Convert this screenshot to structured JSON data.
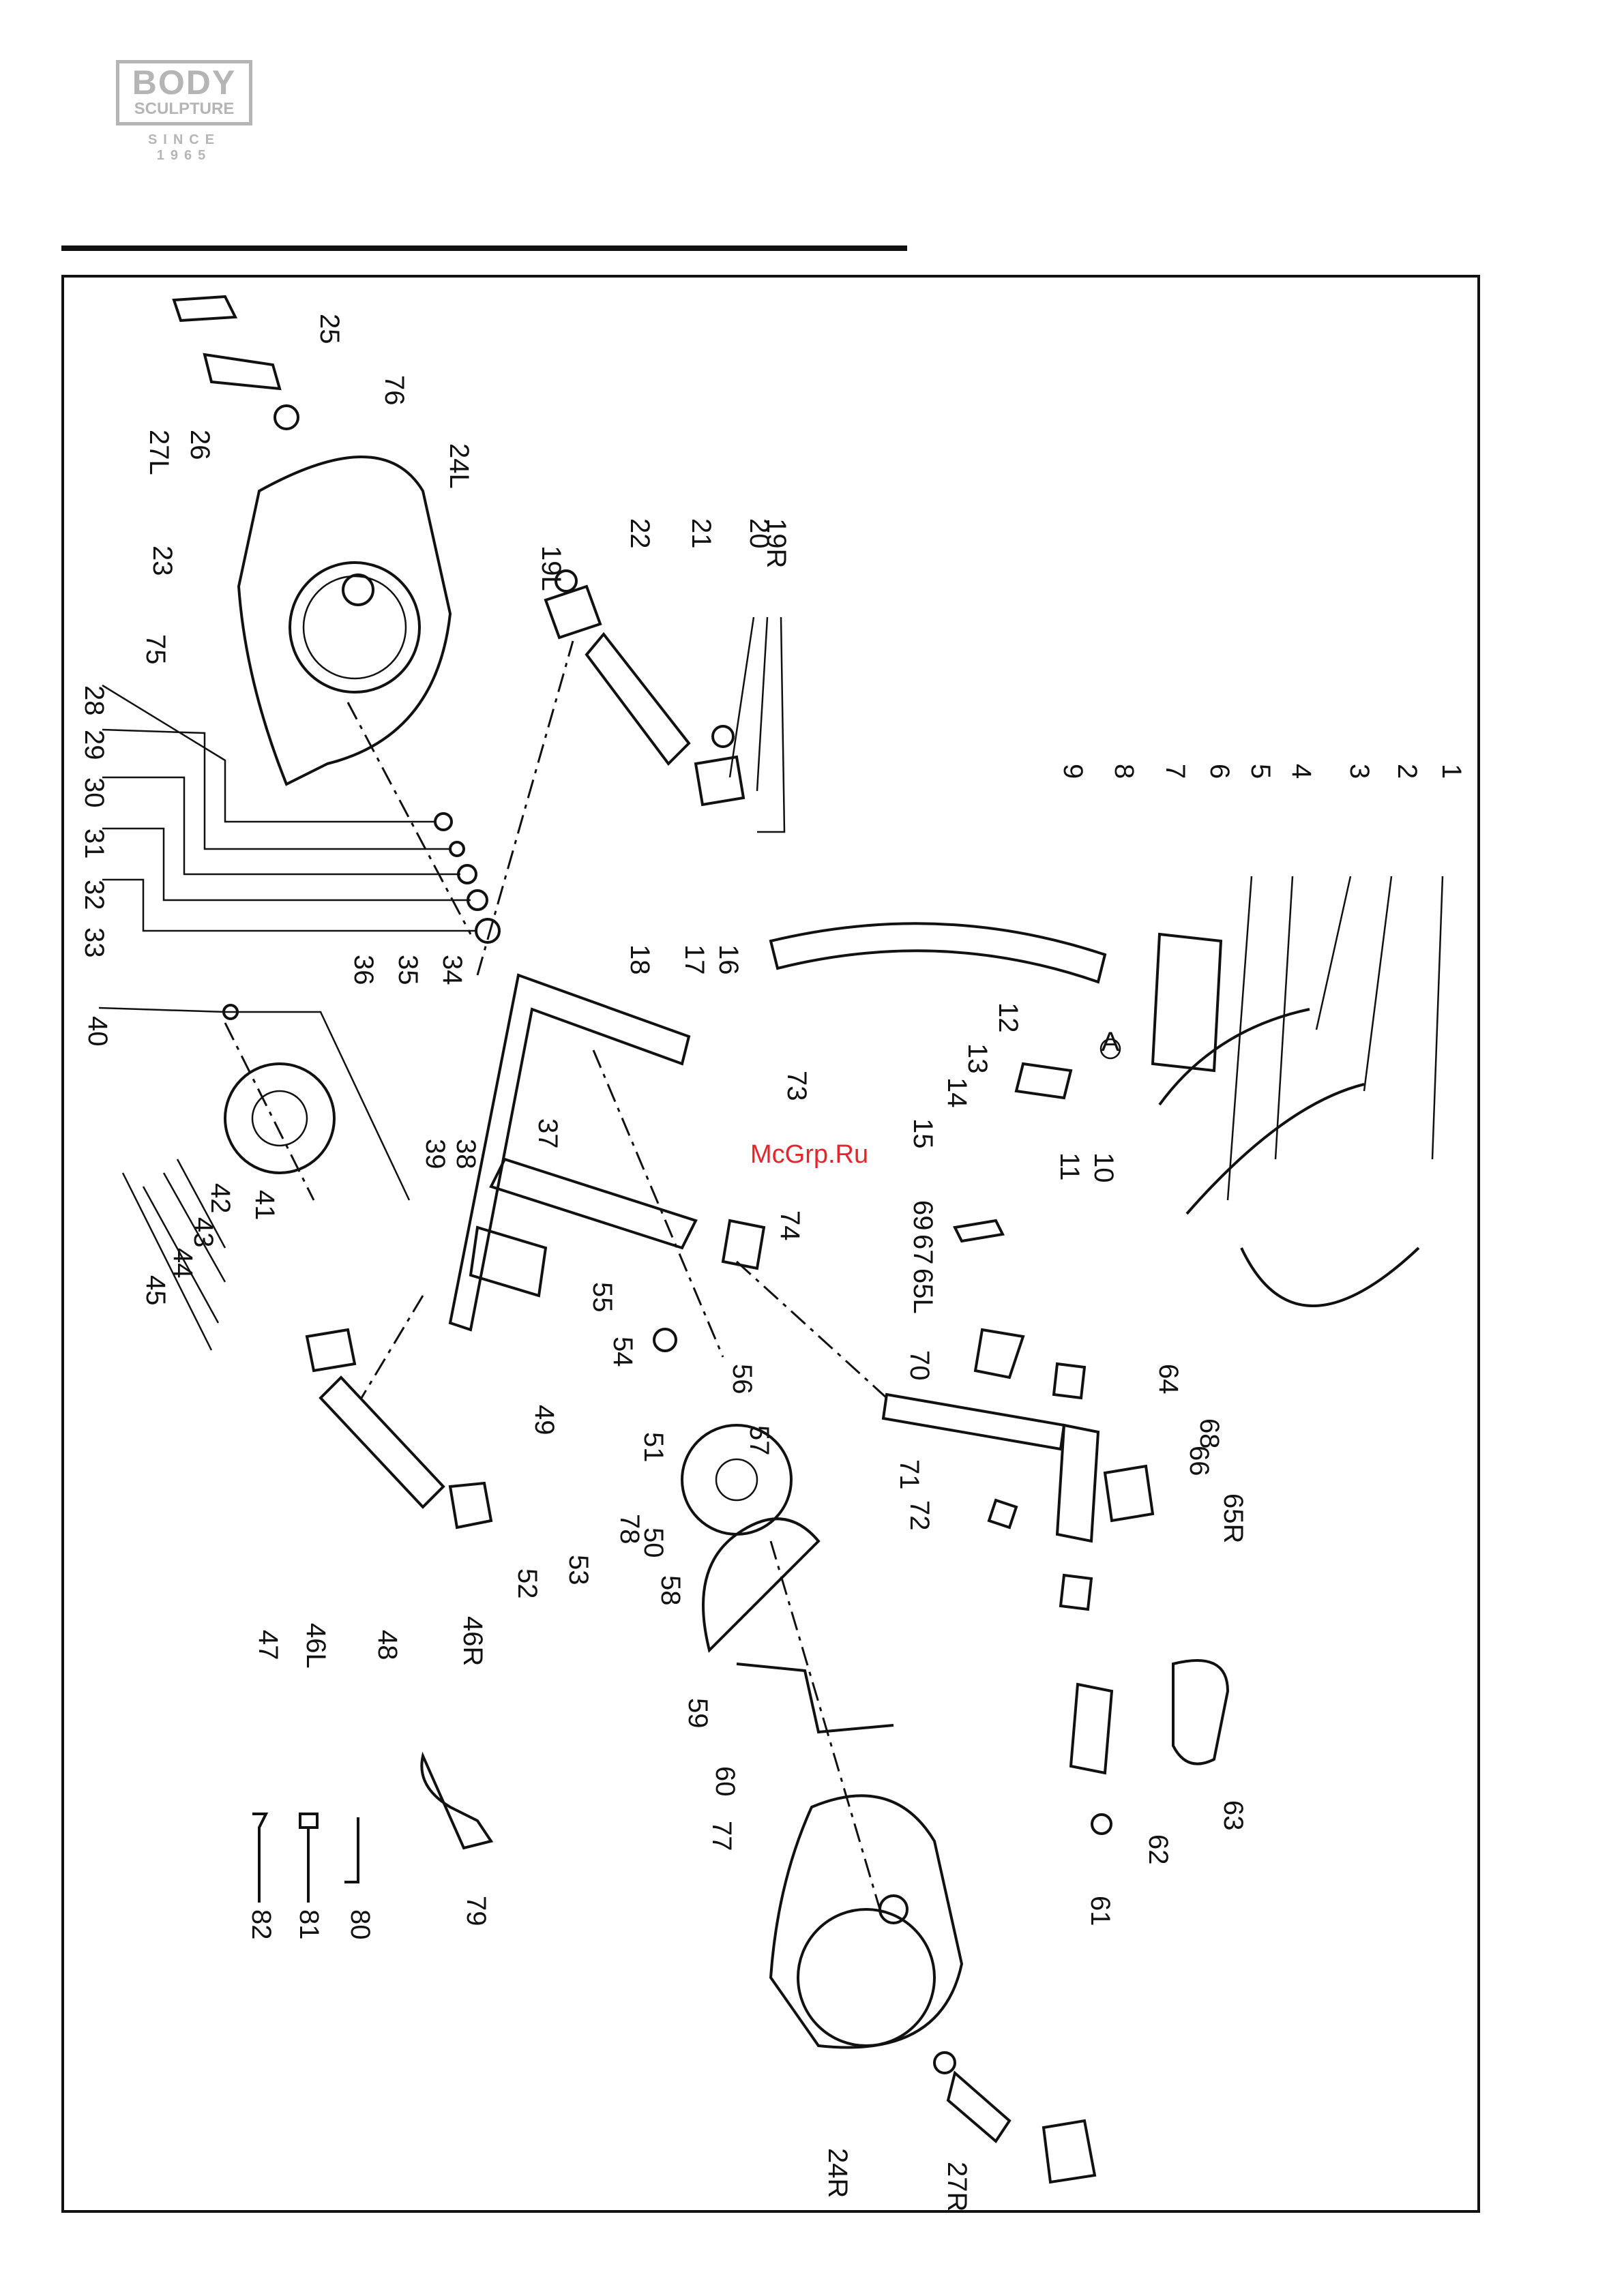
{
  "logo": {
    "word1": "BODY",
    "word2": "SCULPTURE",
    "tagline": "SINCE 1965",
    "color": "#b5b5b5"
  },
  "watermark": {
    "text": "McGrp.Ru",
    "color": "#e3262c"
  },
  "part_labels": [
    "1",
    "2",
    "3",
    "4",
    "5",
    "6",
    "7",
    "8",
    "9",
    "10",
    "11",
    "12",
    "13",
    "14",
    "15",
    "16",
    "17",
    "18",
    "19L",
    "19R",
    "20",
    "21",
    "22",
    "23",
    "24L",
    "24R",
    "25",
    "26",
    "27L",
    "27R",
    "28",
    "29",
    "30",
    "31",
    "32",
    "33",
    "34",
    "35",
    "36",
    "37",
    "38",
    "39",
    "40",
    "41",
    "42",
    "43",
    "44",
    "45",
    "46L",
    "46R",
    "47",
    "48",
    "49",
    "50",
    "51",
    "52",
    "53",
    "54",
    "55",
    "56",
    "57",
    "58",
    "59",
    "60",
    "61",
    "62",
    "63",
    "64",
    "65L",
    "65R",
    "66",
    "67",
    "68",
    "69",
    "70",
    "71",
    "72",
    "73",
    "74",
    "75",
    "76",
    "77",
    "78",
    "79",
    "80",
    "81",
    "82",
    "A"
  ]
}
